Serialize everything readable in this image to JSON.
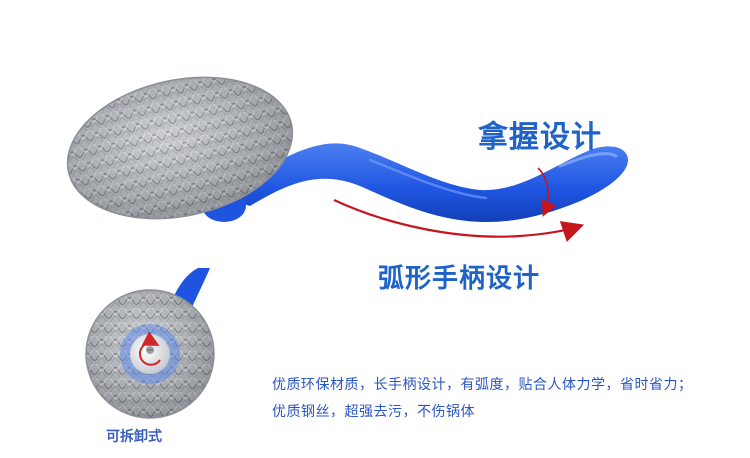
{
  "product": {
    "grip_label": "拿握设计",
    "curve_label": "弧形手柄设计",
    "features": [
      "优质环保材质，长手柄设计，有弧度，贴合人体力学，省时省力；",
      "优质钢丝，超强去污，不伤锅体"
    ],
    "detach_label": "可拆卸式"
  },
  "colors": {
    "brand_blue": "#1f63c9",
    "handle_blue": "#1e54e0",
    "arrow_red": "#c4161c",
    "steel": "#a9adb2"
  },
  "icons": [
    "steel-wool-scrubber",
    "curved-arrow",
    "rotate-arrow"
  ]
}
